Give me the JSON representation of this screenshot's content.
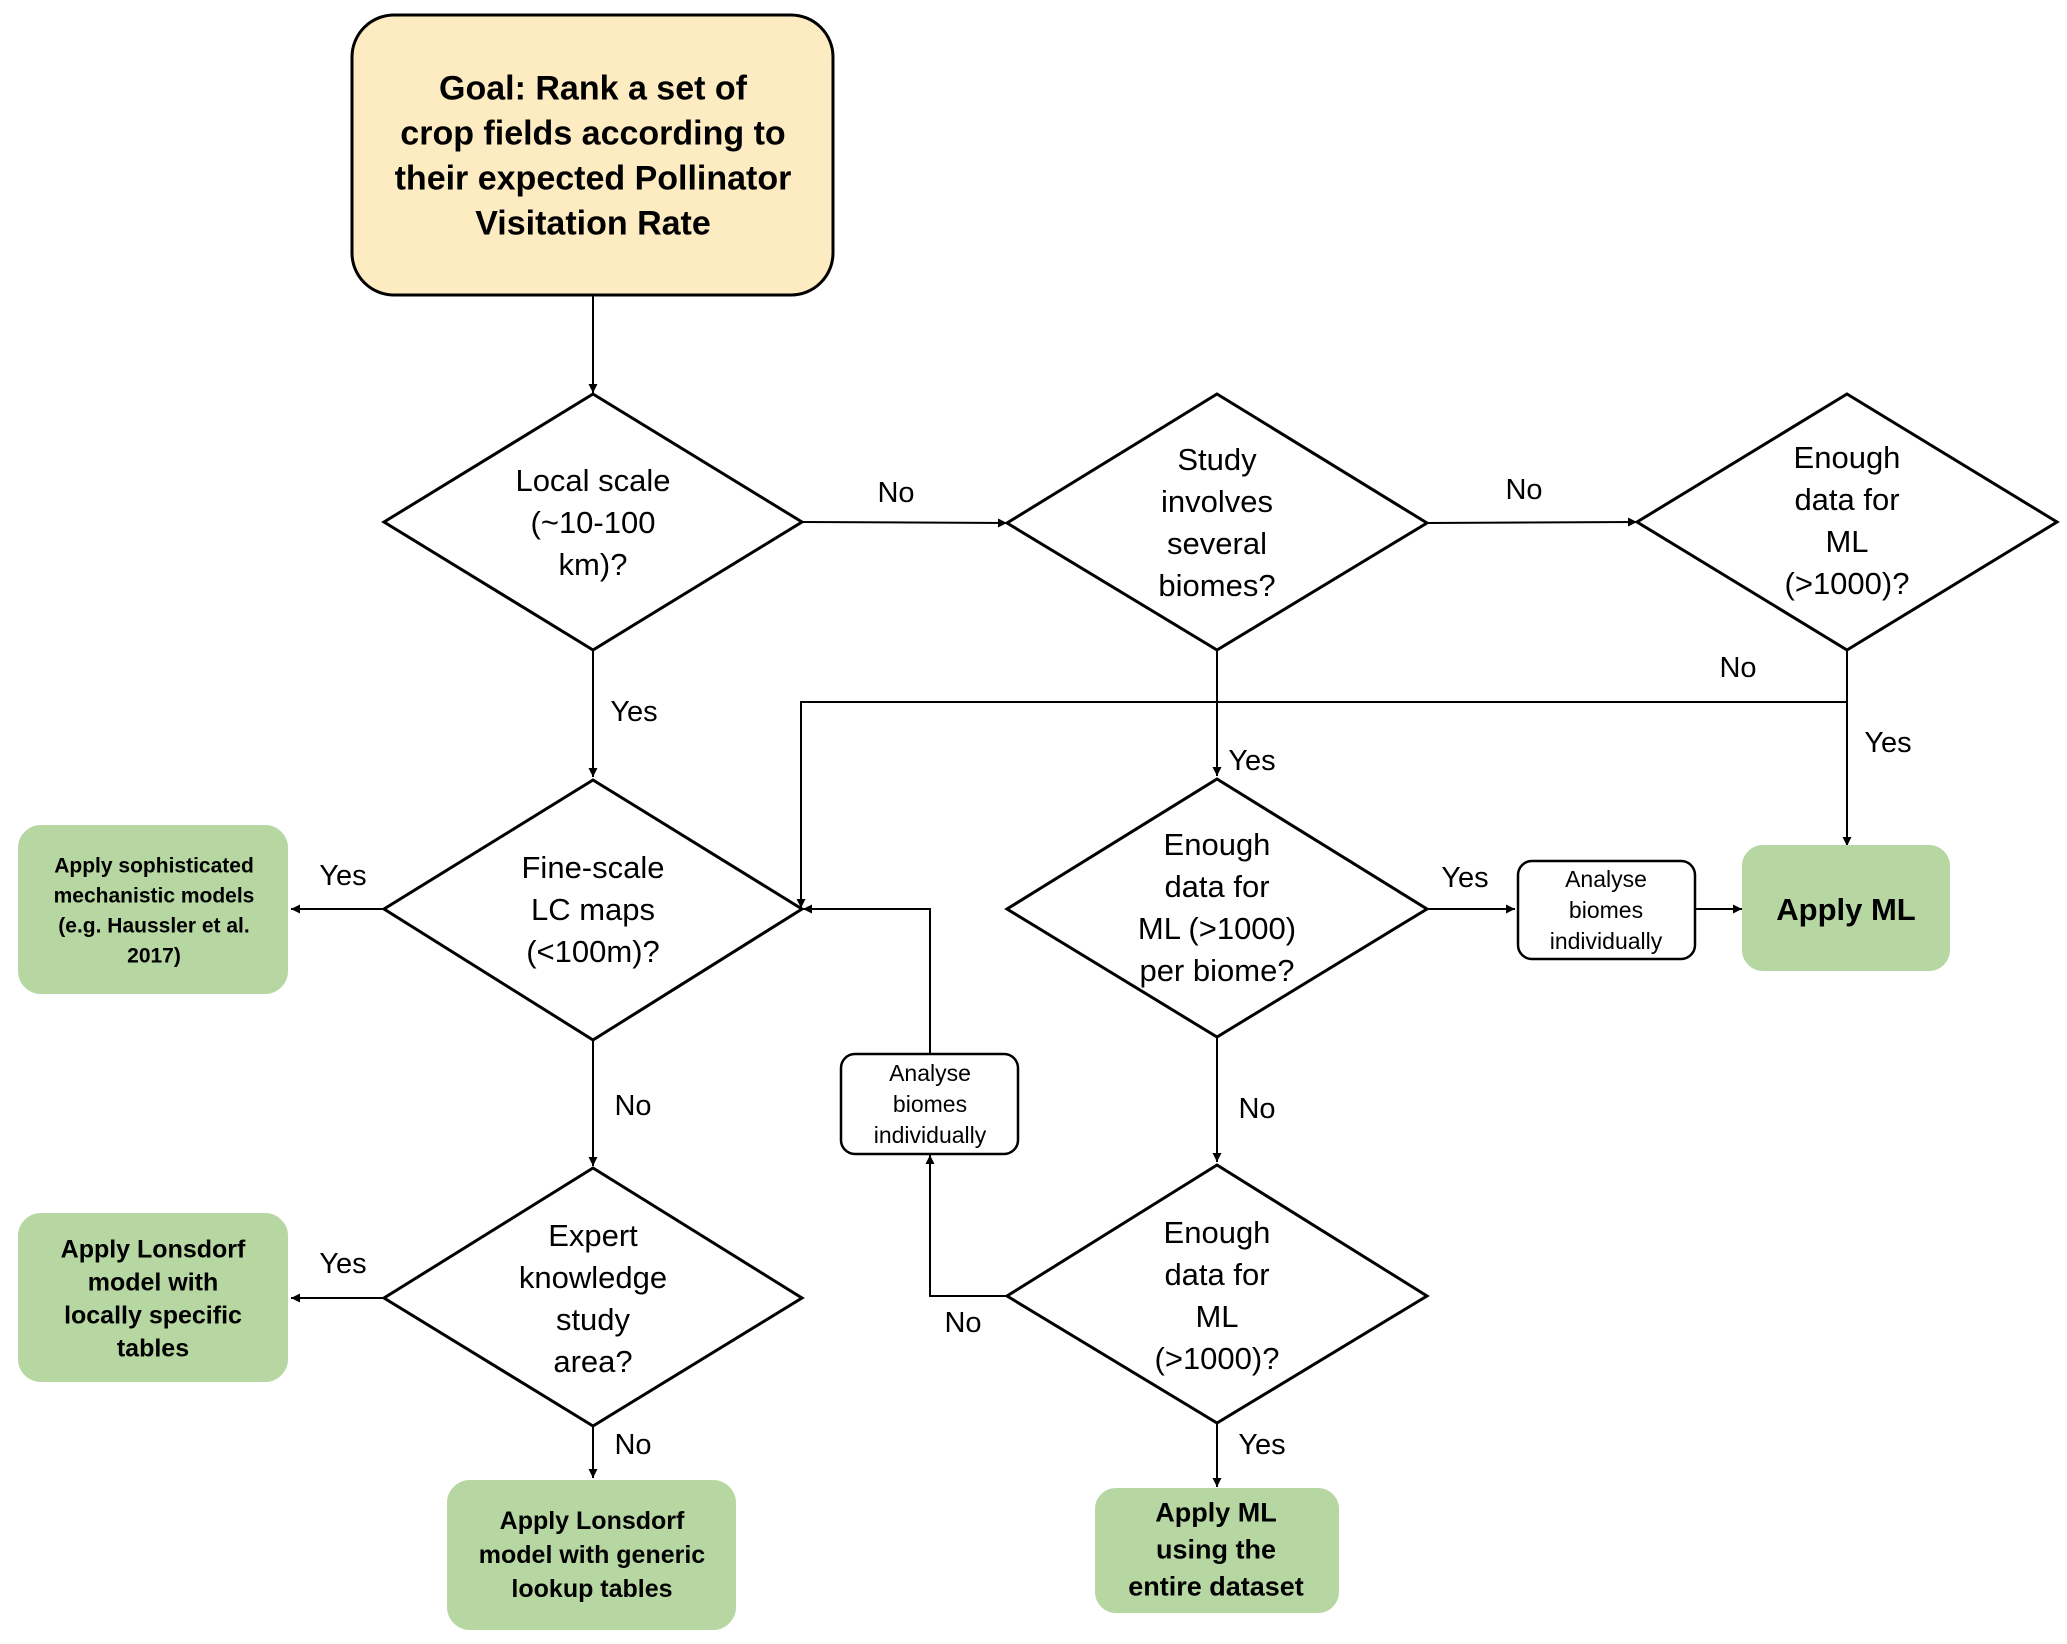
{
  "goal": [
    "Goal: Rank a set of",
    "crop fields according to",
    "their expected Pollinator",
    "Visitation Rate"
  ],
  "decisions": {
    "local_scale": [
      "Local scale",
      "(~10-100",
      "km)?"
    ],
    "several_biomes": [
      "Study",
      "involves",
      "several",
      "biomes?"
    ],
    "enough_data_top": [
      "Enough",
      "data for",
      "ML",
      "(>1000)?"
    ],
    "fine_scale_lc": [
      "Fine-scale",
      "LC maps",
      "(<100m)?"
    ],
    "enough_per_biome": [
      "Enough",
      "data for",
      "ML (>1000)",
      "per biome?"
    ],
    "expert_knowledge": [
      "Expert",
      "knowledge",
      "study",
      "area?"
    ],
    "enough_data_bottom": [
      "Enough",
      "data for",
      "ML",
      "(>1000)?"
    ]
  },
  "processes": {
    "analyse_biomes_right": [
      "Analyse",
      "biomes",
      "individually"
    ],
    "analyse_biomes_middle": [
      "Analyse",
      "biomes",
      "individually"
    ]
  },
  "outcomes": {
    "sophisticated_models": [
      "Apply sophisticated",
      "mechanistic models",
      "(e.g. Haussler et al.",
      "2017)"
    ],
    "apply_ml_right": [
      "Apply ML"
    ],
    "lonsdorf_local": [
      "Apply Lonsdorf",
      "model with",
      "locally specific",
      "tables"
    ],
    "lonsdorf_generic": [
      "Apply Lonsdorf",
      "model with generic",
      "lookup tables"
    ],
    "apply_ml_entire": [
      "Apply ML",
      "using the",
      "entire dataset"
    ]
  },
  "edge_labels": {
    "local_no": "No",
    "local_yes": "Yes",
    "biomes_no": "No",
    "biomes_yes": "Yes",
    "top_data_no": "No",
    "top_data_yes": "Yes",
    "fine_yes": "Yes",
    "fine_no": "No",
    "per_biome_yes": "Yes",
    "per_biome_no": "No",
    "expert_yes": "Yes",
    "expert_no": "No",
    "bottom_data_no": "No",
    "bottom_data_yes": "Yes"
  }
}
